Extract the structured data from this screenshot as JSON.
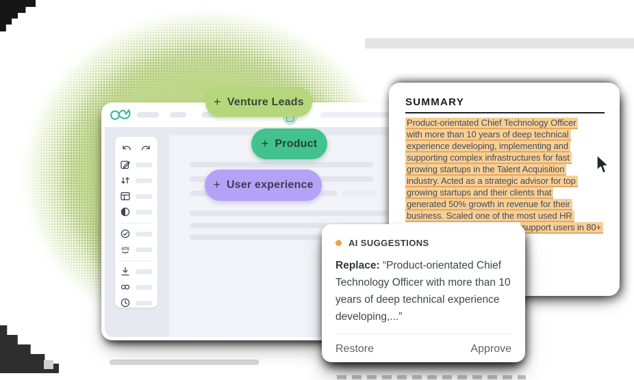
{
  "app": {
    "logo_icon": "infinity-cv-logo"
  },
  "tags": [
    {
      "prefix": "+",
      "label": "Venture Leads",
      "color": "#b5d77b"
    },
    {
      "prefix": "+",
      "label": "Product",
      "color": "#43c28e"
    },
    {
      "prefix": "+",
      "label": "User experience",
      "color": "#b4a2f6"
    }
  ],
  "editor": {
    "sidebar": {
      "ats_label": "ATS",
      "tools": [
        "undo",
        "redo",
        "edit",
        "sort",
        "table",
        "contrast",
        "check-circle",
        "ats",
        "download",
        "link",
        "clock"
      ]
    },
    "badge_icon": "teal-tag-badge"
  },
  "summary": {
    "title": "SUMMARY",
    "highlight_color": "#f7cf96",
    "lines": [
      "Product-orientated Chief Technology Officer",
      "with more than 10 years of deep technical",
      "experience developing, implementing and",
      "supporting complex infrastructures for fast",
      "growing startups in the Talent Acquisition",
      "industry. Acted as a strategic advisor for top",
      "growing startups and their clients that",
      "generated 50% growth in revenue for their",
      "business. Scaled one of the most used HR",
      "support users in 80+"
    ]
  },
  "ai_suggestions": {
    "title": "AI SUGGESTIONS",
    "dot_color": "#efa44a",
    "replace_label": "Replace:",
    "quote": "“Product-orientated Chief Technology Officer with more than 10 years of deep technical experience developing,...”",
    "restore_label": "Restore",
    "approve_label": "Approve"
  },
  "colors": {
    "logo_teal": "#33b79e",
    "blob_green": "#bed687",
    "card_body_gray": "#e7e9f0",
    "panel_gray": "#f2f3f8",
    "skeleton_gray": "#e2e4ee"
  }
}
